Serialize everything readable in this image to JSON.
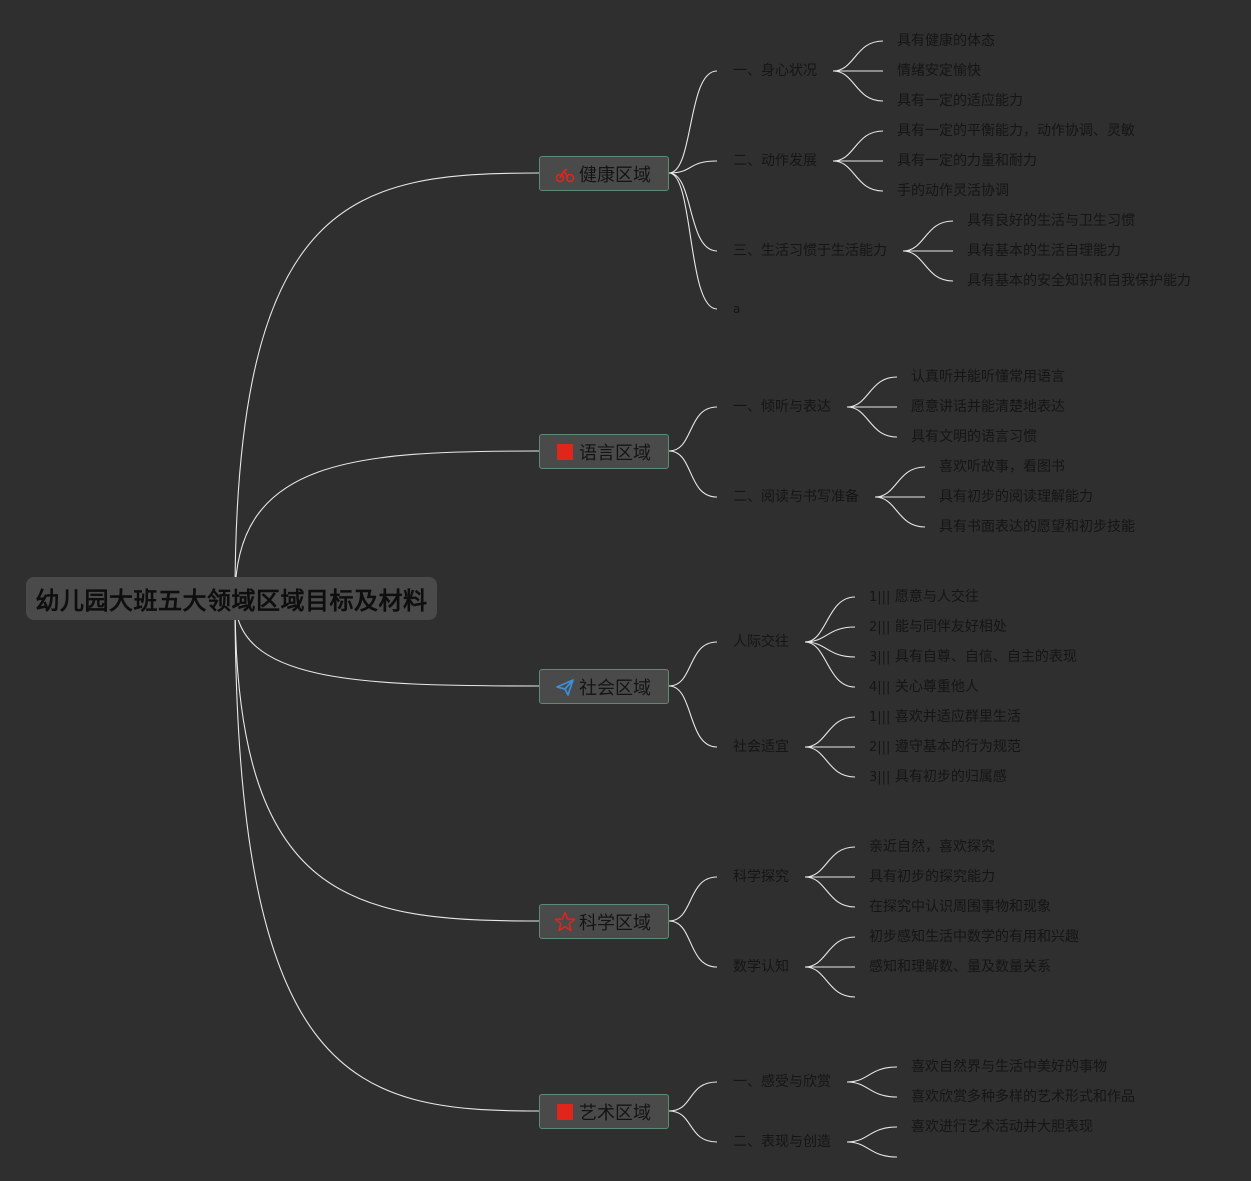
{
  "title": "幼儿园大班五大领域区域目标及材料",
  "colors": {
    "background": "#2f2f2f",
    "node": "#4a4a4a",
    "node_border": "#5b8b73",
    "edge": "#e8e8e8",
    "text": "#151515",
    "icon_red": "#e0261a",
    "icon_blue": "#3d8fd8"
  },
  "regions": [
    {
      "label": "健康区域",
      "icon": "bike-icon",
      "children": [
        {
          "label": "一、身心状况",
          "items": [
            "具有健康的体态",
            "情绪安定愉快",
            "具有一定的适应能力"
          ]
        },
        {
          "label": "二、动作发展",
          "items": [
            "具有一定的平衡能力，动作协调、灵敏",
            "具有一定的力量和耐力",
            "手的动作灵活协调"
          ]
        },
        {
          "label": "三、生活习惯于生活能力",
          "items": [
            "具有良好的生活与卫生习惯",
            "具有基本的生活自理能力",
            "具有基本的安全知识和自我保护能力"
          ]
        },
        {
          "label": "a",
          "items": []
        }
      ]
    },
    {
      "label": "语言区域",
      "icon": "red-square-icon",
      "children": [
        {
          "label": "一、倾听与表达",
          "items": [
            "认真听并能听懂常用语言",
            "愿意讲话并能清楚地表达",
            "具有文明的语言习惯"
          ]
        },
        {
          "label": "二、阅读与书写准备",
          "items": [
            "喜欢听故事，看图书",
            "具有初步的阅读理解能力",
            "具有书面表达的愿望和初步技能"
          ]
        }
      ]
    },
    {
      "label": "社会区域",
      "icon": "paper-plane-icon",
      "children": [
        {
          "label": "人际交往",
          "items": [
            {
              "num": "1|||",
              "text": "愿意与人交往"
            },
            {
              "num": "2|||",
              "text": "能与同伴友好相处"
            },
            {
              "num": "3|||",
              "text": "具有自尊、自信、自主的表现"
            },
            {
              "num": "4|||",
              "text": "关心尊重他人"
            }
          ]
        },
        {
          "label": "社会适宜",
          "items": [
            {
              "num": "1|||",
              "text": "喜欢并适应群里生活"
            },
            {
              "num": "2|||",
              "text": "遵守基本的行为规范"
            },
            {
              "num": "3|||",
              "text": "具有初步的归属感"
            }
          ]
        }
      ]
    },
    {
      "label": "科学区域",
      "icon": "star-icon",
      "children": [
        {
          "label": "科学探究",
          "items": [
            "亲近自然，喜欢探究",
            "具有初步的探究能力",
            "在探究中认识周围事物和现象"
          ]
        },
        {
          "label": "数学认知",
          "items": [
            "初步感知生活中数学的有用和兴趣",
            "感知和理解数、量及数量关系",
            ""
          ]
        }
      ]
    },
    {
      "label": "艺术区域",
      "icon": "red-square-icon",
      "children": [
        {
          "label": "一、感受与欣赏",
          "items": [
            "喜欢自然界与生活中美好的事物",
            "喜欢欣赏多种多样的艺术形式和作品"
          ]
        },
        {
          "label": "二、表现与创造",
          "items": [
            "喜欢进行艺术活动并大胆表现",
            ""
          ]
        }
      ]
    }
  ]
}
